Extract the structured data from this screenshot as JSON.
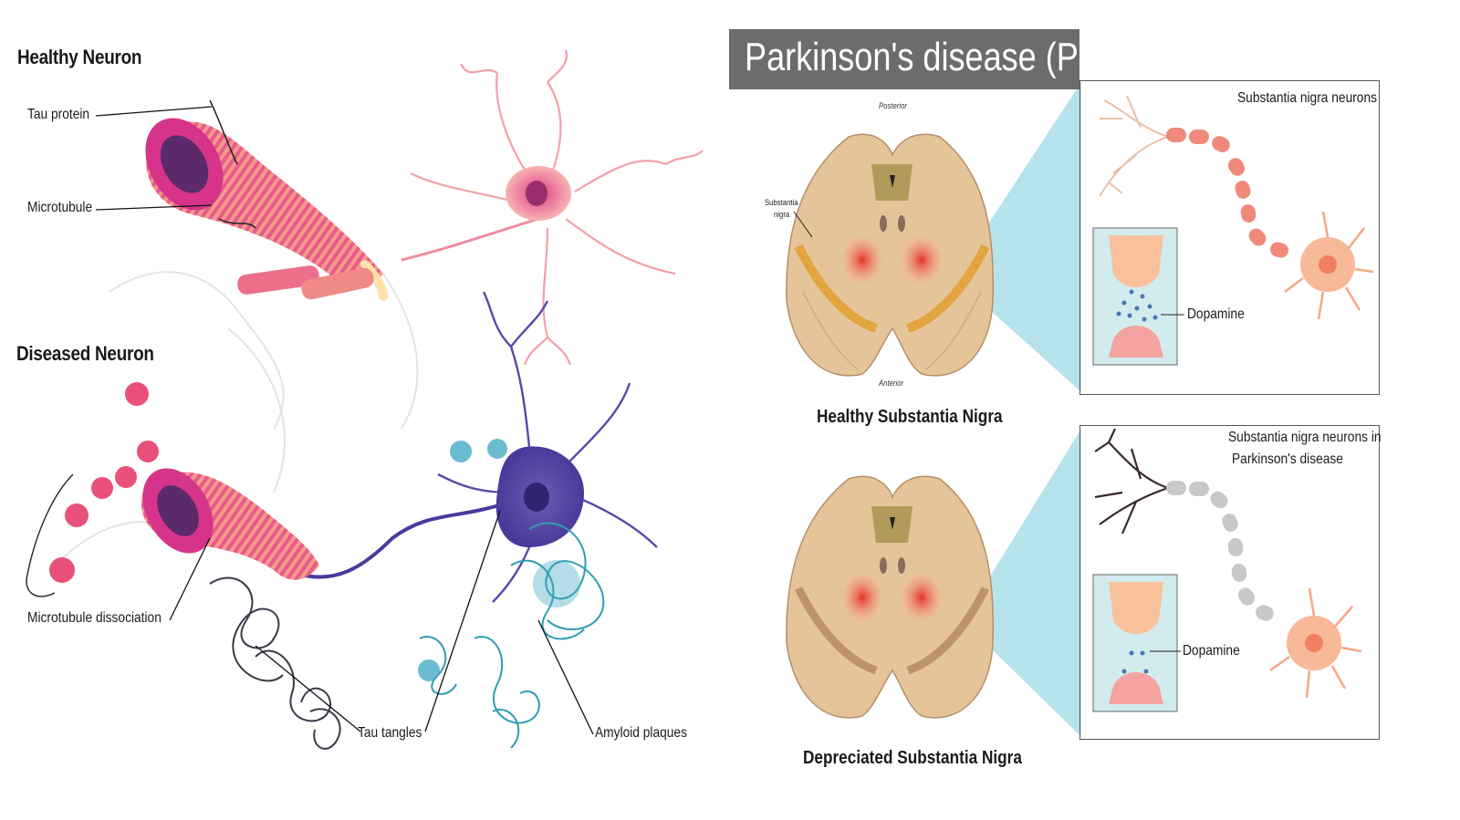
{
  "left": {
    "healthy_title": "Healthy Neuron",
    "diseased_title": "Diseased Neuron",
    "labels": {
      "tau_protein": "Tau protein",
      "microtubule": "Microtubule",
      "microtubule_dissociation": "Microtubule dissociation",
      "tau_tangles": "Tau tangles",
      "amyloid_plaques": "Amyloid plaques"
    }
  },
  "right": {
    "title": "Parkinson's disease (PD)",
    "posterior": "Posterior",
    "anterior": "Anterior",
    "substantia_nigra_line1": "Substantia",
    "substantia_nigra_line2": "nigra",
    "healthy_caption": "Healthy Substantia Nigra",
    "depreciated_caption": "Depreciated Substantia Nigra",
    "top_inset": {
      "title": "Substantia nigra neurons",
      "dopamine": "Dopamine"
    },
    "bottom_inset": {
      "title_line1": "Substantia nigra neurons in",
      "title_line2": "Parkinson's disease",
      "dopamine": "Dopamine"
    }
  },
  "colors": {
    "healthy_neuron": "#e8607a",
    "diseased_neuron": "#4b3a9c",
    "tangles": "#2f9db0",
    "banner": "#6c6c6c",
    "inset_accent": "#aee0ea"
  }
}
